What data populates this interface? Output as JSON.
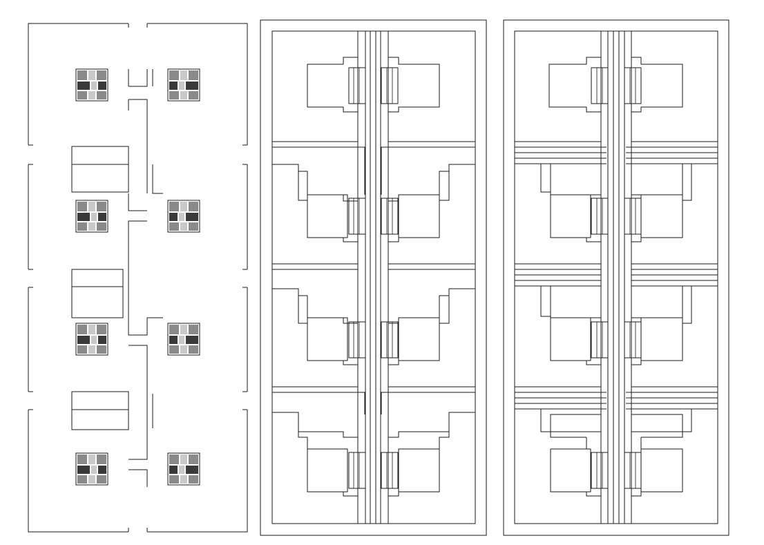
{
  "drawing": {
    "panels": [
      {
        "id": "site-layout",
        "kind": "site plan with building units"
      },
      {
        "id": "floor-plan-a",
        "kind": "floor plan variant"
      },
      {
        "id": "floor-plan-b",
        "kind": "floor plan variant"
      }
    ]
  }
}
